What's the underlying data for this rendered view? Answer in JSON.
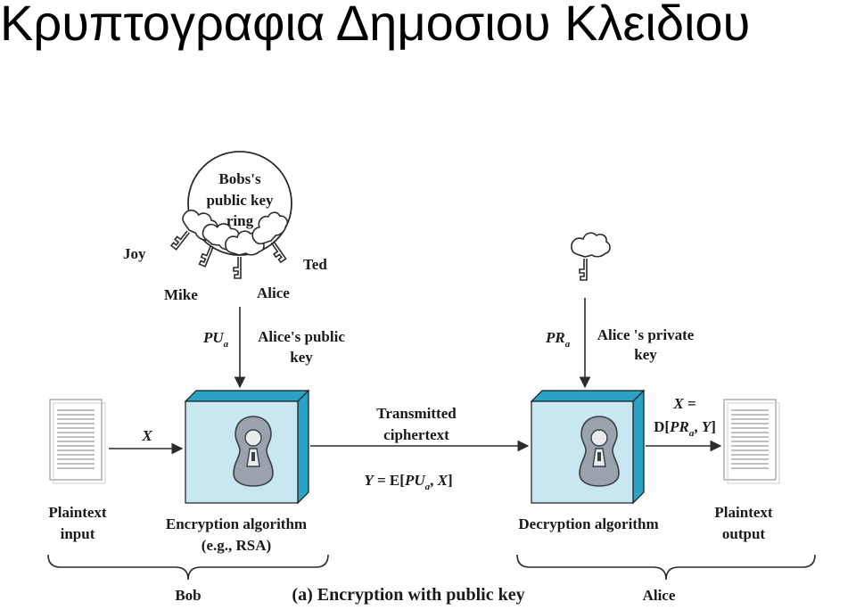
{
  "page": {
    "title": "Κρυπτογραφια Δημοσιου Κλειδιου"
  },
  "key_ring": {
    "label_line1": "Bobs's",
    "label_line2": "public key",
    "label_line3": "ring",
    "keys": [
      "Joy",
      "Mike",
      "Alice",
      "Ted"
    ]
  },
  "public_key": {
    "symbol": "PU",
    "subscript": "a",
    "desc_line1": "Alice's public",
    "desc_line2": "key"
  },
  "private_key": {
    "symbol": "PR",
    "subscript": "a",
    "desc_line1": "Alice 's private",
    "desc_line2": "key"
  },
  "input": {
    "var": "X",
    "label_line1": "Plaintext",
    "label_line2": "input"
  },
  "encryption": {
    "label_line1": "Encryption algorithm",
    "label_line2": "(e.g., RSA)"
  },
  "transmit": {
    "label_line1": "Transmitted",
    "label_line2": "ciphertext",
    "formula_lhs": "Y",
    "formula_mid": " = E[",
    "formula_sym": "PU",
    "formula_sub": "a",
    "formula_sep": ", ",
    "formula_x": "X",
    "formula_end": "]"
  },
  "decryption": {
    "label": "Decryption algorithm"
  },
  "output": {
    "formula_x": "X",
    "formula_eq": " =",
    "formula_d": "D[",
    "formula_sym": "PR",
    "formula_sub": "a",
    "formula_sep": ", ",
    "formula_y": "Y",
    "formula_end": "]",
    "label_line1": "Plaintext",
    "label_line2": "output"
  },
  "groups": {
    "left": "Bob",
    "right": "Alice"
  },
  "caption": "(a) Encryption with public key",
  "colors": {
    "box_front": "#c8e7f1",
    "box_side": "#2aa3c6",
    "lock_body": "#9aa3ad",
    "line": "#2b2b2b"
  }
}
